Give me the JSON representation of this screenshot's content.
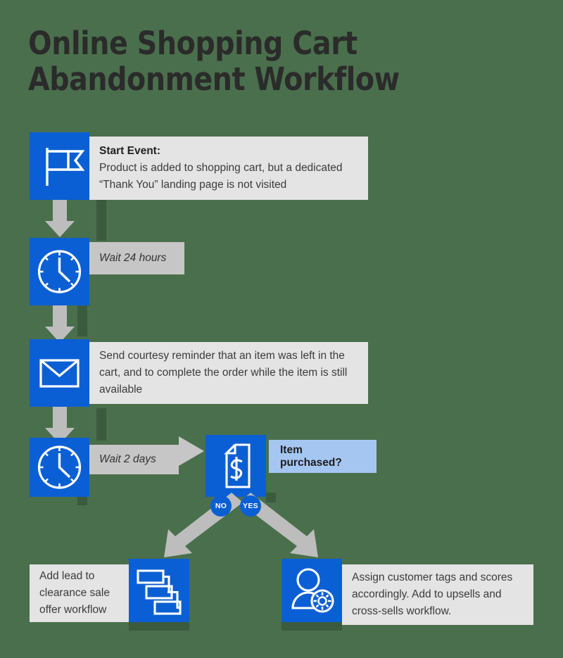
{
  "page": {
    "title_line1": "Online Shopping Cart",
    "title_line2": "Abandonment Workflow",
    "background_color": "#4a6f4c",
    "accent_blue": "#0b5fd4",
    "light_blue": "#a6c6f2",
    "box_gray": "#e4e4e4",
    "wait_gray": "#c6c6c6",
    "arrow_gray": "#bdbdbd"
  },
  "steps": [
    {
      "id": "start-event",
      "icon": "flag-icon",
      "label_bold": "Start Event:",
      "label_rest": "Product is added to shopping cart, but a dedicated “Thank You” landing page is not visited"
    },
    {
      "id": "wait-24-hours",
      "icon": "clock-icon",
      "label": "Wait 24 hours"
    },
    {
      "id": "send-reminder",
      "icon": "envelope-icon",
      "label": "Send courtesy reminder that an item was left in the cart, and to complete the order while the item is still available"
    },
    {
      "id": "wait-2-days",
      "icon": "clock-icon",
      "label": "Wait 2 days"
    },
    {
      "id": "item-purchased-decision",
      "icon": "invoice-dollar-icon",
      "label": "Item purchased?"
    },
    {
      "id": "clearance-sale-workflow",
      "icon": "workflow-cascade-icon",
      "label": "Add lead to clearance sale offer workflow"
    },
    {
      "id": "assign-tags-workflow",
      "icon": "user-gear-icon",
      "label": "Assign customer tags and scores accordingly. Add to upsells and cross-sells workflow."
    }
  ],
  "branches": {
    "no_label": "NO",
    "yes_label": "YES"
  }
}
